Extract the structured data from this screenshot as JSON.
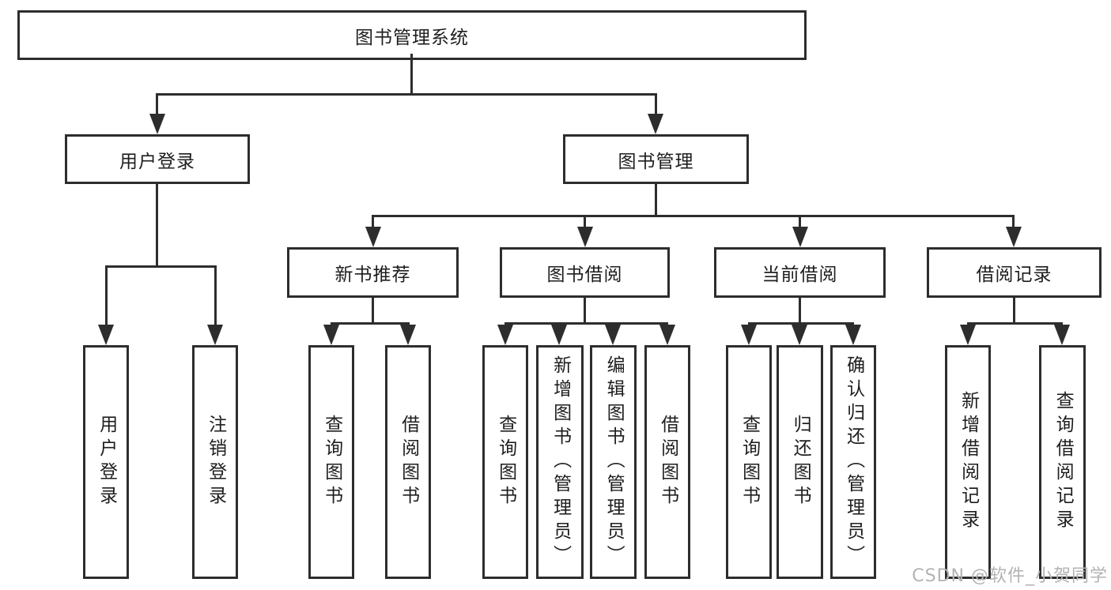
{
  "tree": {
    "root": {
      "label": "图书管理系统"
    },
    "user_login": {
      "label": "用户登录",
      "children": [
        {
          "label": "用户登录"
        },
        {
          "label": "注销登录"
        }
      ]
    },
    "book_management": {
      "label": "图书管理",
      "children": [
        {
          "label": "新书推荐",
          "children": [
            {
              "label": "查询图书"
            },
            {
              "label": "借阅图书"
            }
          ]
        },
        {
          "label": "图书借阅",
          "children": [
            {
              "label": "查询图书"
            },
            {
              "label": "新增图书（管理员）"
            },
            {
              "label": "编辑图书（管理员）"
            },
            {
              "label": "借阅图书"
            }
          ]
        },
        {
          "label": "当前借阅",
          "children": [
            {
              "label": "查询图书"
            },
            {
              "label": "归还图书"
            },
            {
              "label": "确认归还（管理员）"
            }
          ]
        },
        {
          "label": "借阅记录",
          "children": [
            {
              "label": "新增借阅记录"
            },
            {
              "label": "查询借阅记录"
            }
          ]
        }
      ]
    }
  },
  "watermark": {
    "text": "CSDN @软件_小贺同学"
  },
  "colors": {
    "line": "#2d2d2d",
    "text": "#1e1e1e",
    "background": "#ffffff",
    "watermark_text": "#b3b3b3"
  }
}
